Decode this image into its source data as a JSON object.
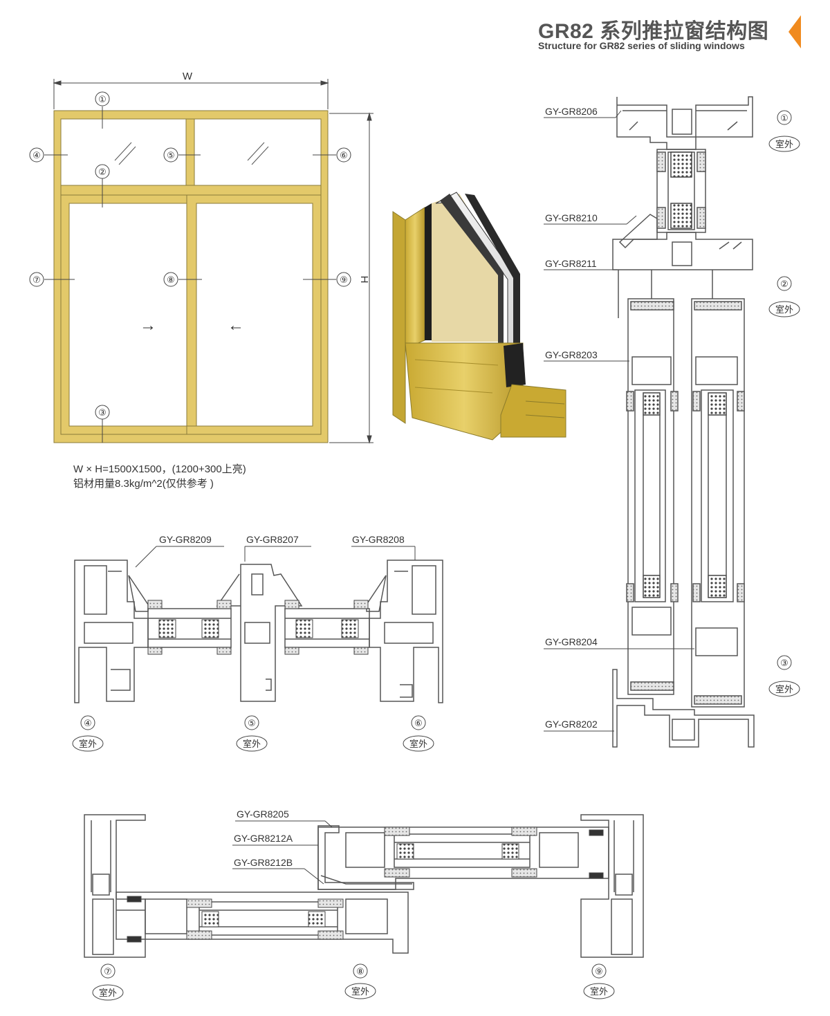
{
  "title": {
    "main": "GR82 系列推拉窗结构图",
    "sub": "Structure for GR82 series of sliding windows"
  },
  "elevation": {
    "width_label": "W",
    "height_label": "H",
    "markers": [
      "①",
      "②",
      "③",
      "④",
      "⑤",
      "⑥",
      "⑦",
      "⑧",
      "⑨"
    ],
    "arrows": [
      "→",
      "←"
    ]
  },
  "spec": {
    "line1": "W × H=1500X1500，(1200+300上亮)",
    "line2": "铝材用量8.3kg/m^2(仅供参考 )"
  },
  "outside_label": "室外",
  "parts": {
    "p8206": "GY-GR8206",
    "p8210": "GY-GR8210",
    "p8211": "GY-GR8211",
    "p8203": "GY-GR8203",
    "p8204": "GY-GR8204",
    "p8202": "GY-GR8202",
    "p8209": "GY-GR8209",
    "p8207": "GY-GR8207",
    "p8208": "GY-GR8208",
    "p8205": "GY-GR8205",
    "p8212A": "GY-GR8212A",
    "p8212B": "GY-GR8212B"
  },
  "section_markers": {
    "v1": "①",
    "v2": "②",
    "v3": "③",
    "h4": "④",
    "h5": "⑤",
    "h6": "⑥",
    "b7": "⑦",
    "b8": "⑧",
    "b9": "⑨"
  },
  "colors": {
    "frame": "#e3c96a",
    "frame_edge": "#b7a04a",
    "line": "#555555",
    "accent": "#f08a1e",
    "gasket": "#444444"
  }
}
